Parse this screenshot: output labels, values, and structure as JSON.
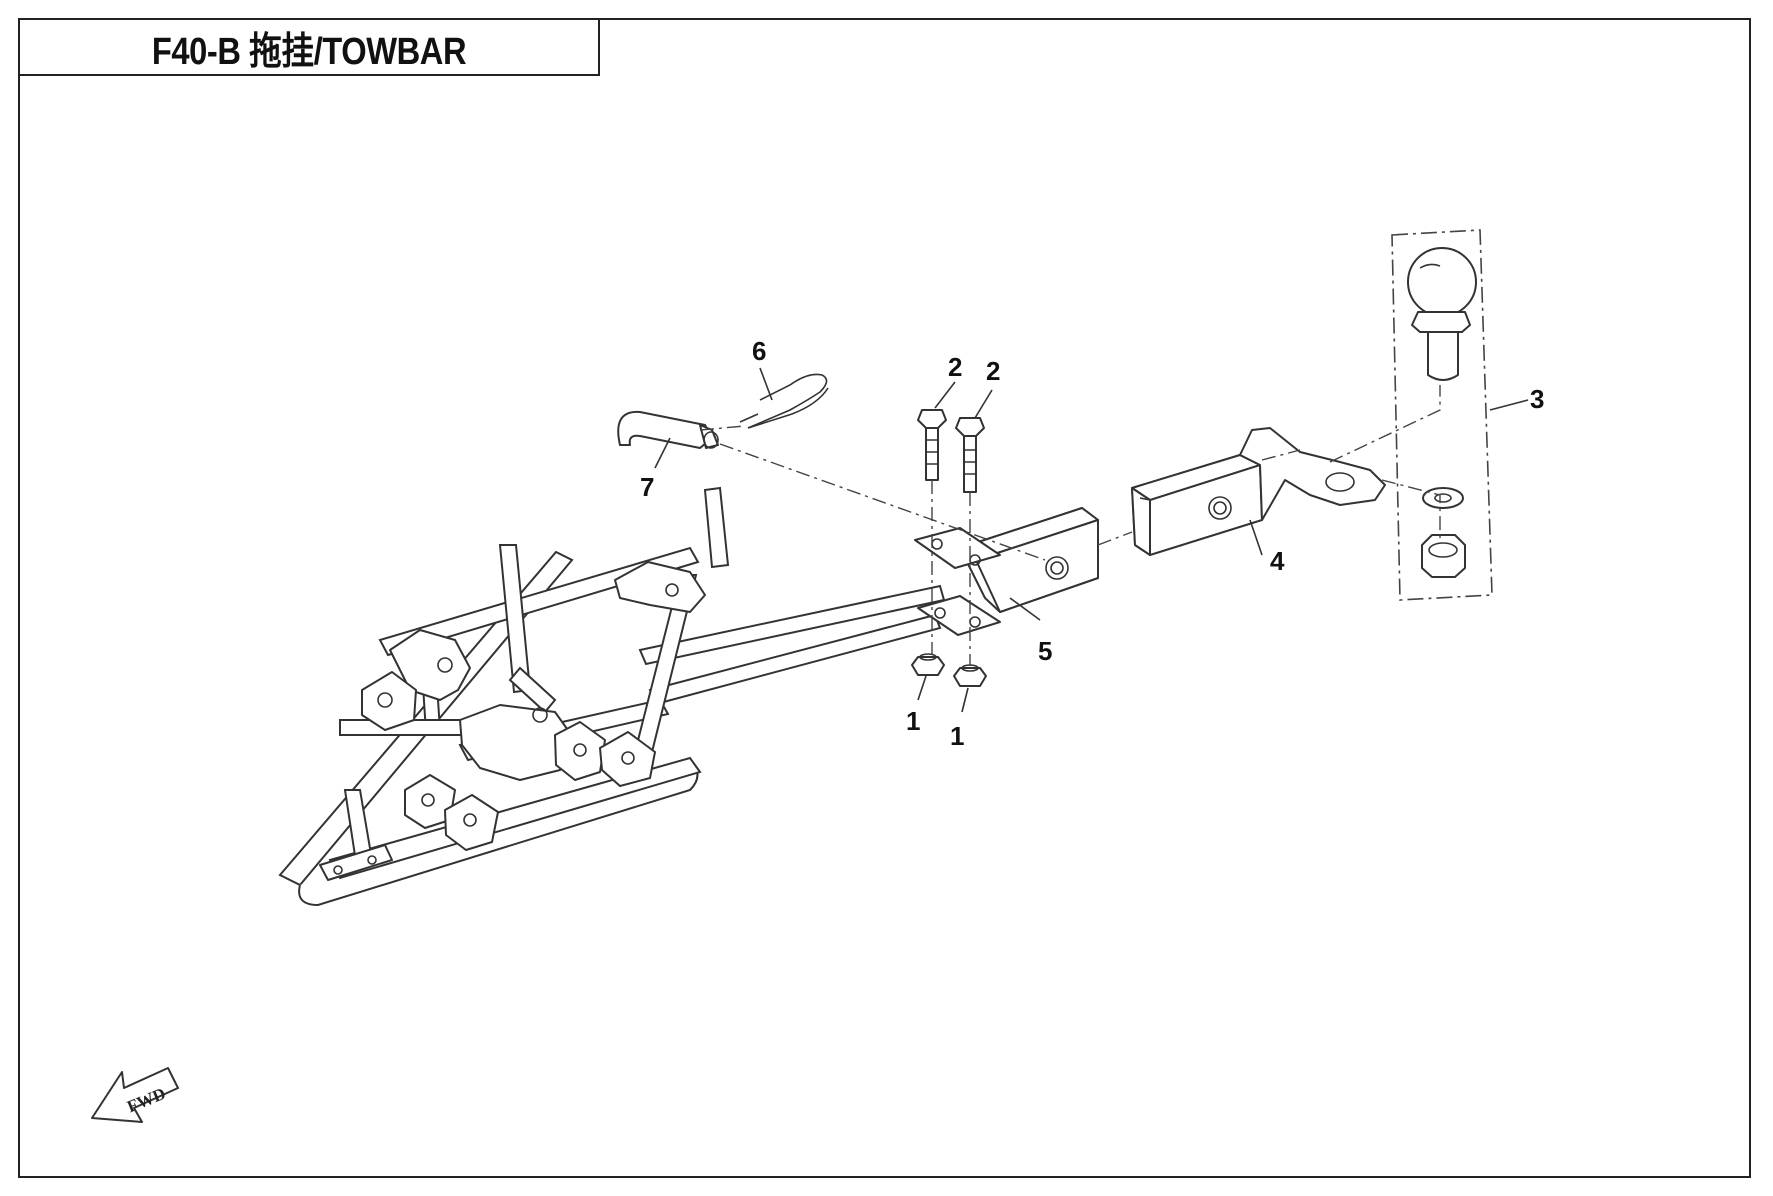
{
  "title": "F40-B 拖挂/TOWBAR",
  "callouts": {
    "c1a": "1",
    "c1b": "1",
    "c2a": "2",
    "c2b": "2",
    "c3": "3",
    "c4": "4",
    "c5": "5",
    "c6": "6",
    "c7": "7"
  },
  "fwd_label": "FWD"
}
